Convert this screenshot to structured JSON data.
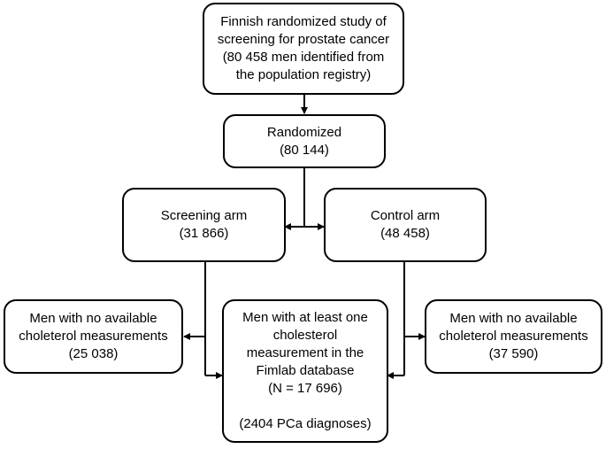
{
  "nodes": {
    "population": {
      "lines": [
        "Finnish randomized study of",
        "screening for prostate cancer",
        "(80 458 men identified from",
        "the population registry)"
      ]
    },
    "randomized": {
      "lines": [
        "Randomized",
        "(80 144)"
      ]
    },
    "screening_arm": {
      "lines": [
        "Screening arm",
        "(31 866)"
      ]
    },
    "control_arm": {
      "lines": [
        "Control arm",
        "(48 458)"
      ]
    },
    "screening_excluded": {
      "lines": [
        "Men with no available",
        "choleterol measurements",
        "(25 038)"
      ]
    },
    "cohort": {
      "lines": [
        "Men with at least one",
        "cholesterol",
        "measurement in the",
        "Fimlab database",
        "(N = 17 696)"
      ],
      "note": "(2404 PCa diagnoses)"
    },
    "control_excluded": {
      "lines": [
        "Men with no available",
        "choleterol measurements",
        "(37 590)"
      ]
    }
  }
}
